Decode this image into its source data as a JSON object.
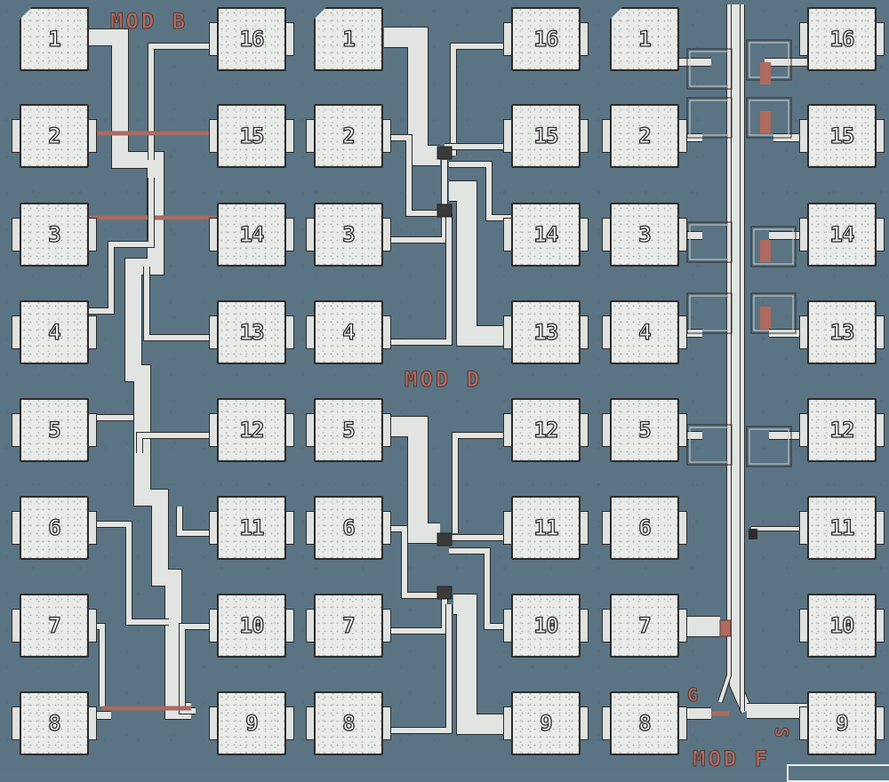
{
  "image": {
    "description": "Optical micrograph of a semiconductor test die with three modules of 16 bond pads each",
    "colors": {
      "substrate": "#5a7483",
      "metal": "#e9ebe9",
      "outline": "#2c2a2c",
      "poly_label": "#b06a5e"
    }
  },
  "modules": [
    {
      "label": "MOD B",
      "left_pads": [
        "1",
        "2",
        "3",
        "4",
        "5",
        "6",
        "7",
        "8"
      ],
      "right_pads": [
        "16",
        "15",
        "14",
        "13",
        "12",
        "11",
        "10",
        "9"
      ]
    },
    {
      "label": "MOD D",
      "left_pads": [
        "1",
        "2",
        "3",
        "4",
        "5",
        "6",
        "7",
        "8"
      ],
      "right_pads": [
        "16",
        "15",
        "14",
        "13",
        "12",
        "11",
        "10",
        "9"
      ]
    },
    {
      "label": "MOD F",
      "left_pads": [
        "1",
        "2",
        "3",
        "4",
        "5",
        "6",
        "7",
        "8"
      ],
      "right_pads": [
        "16",
        "15",
        "14",
        "13",
        "12",
        "11",
        "10",
        "9"
      ],
      "terminal_labels": {
        "gate": "G",
        "source": "S"
      }
    }
  ]
}
